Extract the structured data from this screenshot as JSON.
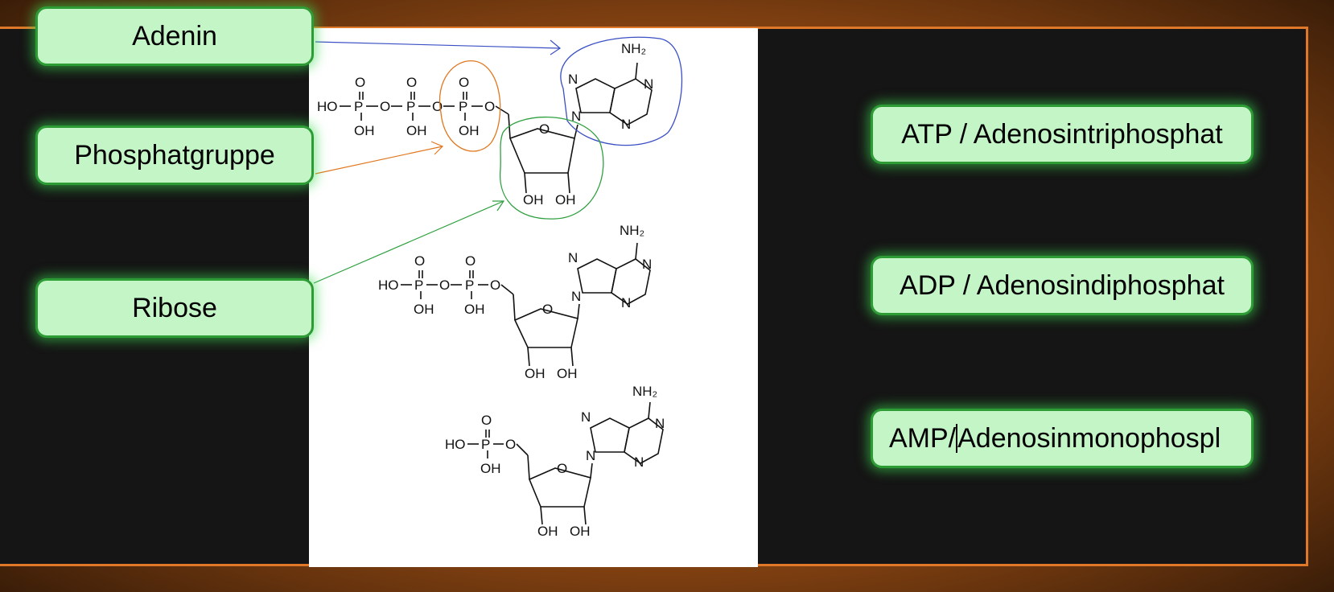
{
  "left_labels": {
    "adenin": "Adenin",
    "phosphatgruppe": "Phosphatgruppe",
    "ribose": "Ribose"
  },
  "right_labels": {
    "atp": "ATP / Adenosintriphosphat",
    "adp": "ADP / Adenosindiphosphat",
    "amp_before_caret": "AMP/",
    "amp_after_caret": "Adenosinmonophospl"
  },
  "chem": {
    "ho": "HO",
    "oh": "OH",
    "p": "P",
    "o": "O",
    "n": "N",
    "nh2": "NH₂"
  },
  "colors": {
    "adenin_marker": "#3a4fc4",
    "phosphate_marker": "#e07820",
    "ribose_marker": "#2fa040",
    "label_fill": "#c4f5c6",
    "label_border": "#2e9c35",
    "frame_orange": "#e0782a"
  }
}
